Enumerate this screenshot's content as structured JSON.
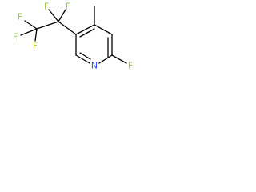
{
  "molecule": {
    "atoms": {
      "f_top_left": {
        "symbol": "F",
        "color": "#9acd32"
      },
      "f_top_right": {
        "symbol": "F",
        "color": "#9acd32"
      },
      "f_upper_left": {
        "symbol": "F",
        "color": "#9acd32"
      },
      "f_left": {
        "symbol": "F",
        "color": "#9acd32"
      },
      "f_lower": {
        "symbol": "F",
        "color": "#9acd32"
      },
      "n_ring": {
        "symbol": "N",
        "color": "#3050f8"
      },
      "f_ring": {
        "symbol": "F",
        "color": "#9acd32"
      }
    },
    "bond_color": "#000000"
  }
}
